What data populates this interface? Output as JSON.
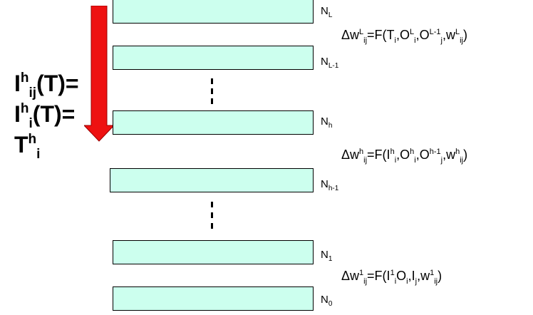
{
  "layers": {
    "n_l": {
      "base": "N",
      "sub": "L"
    },
    "n_l1": {
      "base": "N",
      "sub": "L-1"
    },
    "n_h": {
      "base": "N",
      "sub": "h"
    },
    "n_h1": {
      "base": "N",
      "sub": "h-1"
    },
    "n_1": {
      "base": "N",
      "sub": "1"
    },
    "n_0": {
      "base": "N",
      "sub": "0"
    }
  },
  "formulas": {
    "top": {
      "p1": "Δw",
      "s1": "L",
      "b1": "ij",
      "p2": "=F(T",
      "b2": "i",
      "p3": ",O",
      "s3": "L",
      "b3": "i",
      "p4": ",O",
      "s4": "L-1",
      "b4": "j",
      "p5": ",w",
      "s5": "L",
      "b5": "ij",
      "p6": ")"
    },
    "mid": {
      "p1": "Δw",
      "s1": "h",
      "b1": "ij",
      "p2": "=F(I",
      "s2": "h",
      "b2": "i",
      "p3": ",O",
      "s3": "h",
      "b3": "i",
      "p4": ",O",
      "s4": "h-1",
      "b4": "j",
      "p5": ",w",
      "s5": "h",
      "b5": "ij",
      "p6": ")"
    },
    "bot": {
      "p1": "Δw",
      "s1": "1",
      "b1": "ij",
      "p2": "=F(I",
      "s2": "1",
      "b2": "i",
      "p3": "O",
      "b3": "i",
      "p4": ",I",
      "b4": "j",
      "p5": ",w",
      "s5": "1",
      "b5": "ij",
      "p6": ")"
    }
  },
  "target_eq": {
    "line1": {
      "base": "I",
      "sup": "h",
      "sub": "ij",
      "rest": "(T)="
    },
    "line2": {
      "base": "I",
      "sup": "h",
      "sub": "i",
      "rest": "(T)="
    },
    "line3": {
      "base": "T",
      "sup": "h",
      "sub": "i"
    }
  },
  "colors": {
    "layer_fill": "#ccffee",
    "arrow": "#ee1111"
  }
}
